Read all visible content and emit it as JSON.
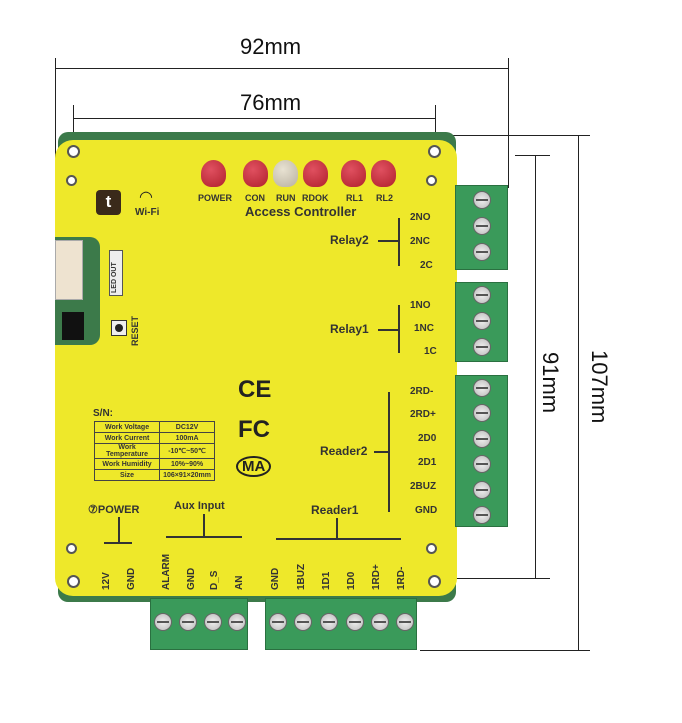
{
  "dimensions": {
    "width_outer": "92mm",
    "width_inner": "76mm",
    "height_outer": "107mm",
    "height_inner": "91mm"
  },
  "leds": [
    {
      "label": "POWER"
    },
    {
      "label": "CON"
    },
    {
      "label": "RUN"
    },
    {
      "label": "RDOK"
    },
    {
      "label": "RL1"
    },
    {
      "label": "RL2"
    }
  ],
  "title": "Access Controller",
  "wifi": "Wi-Fi",
  "tuya_logo": "t",
  "led_out": "LED OUT",
  "reset": "RESET",
  "relay2": {
    "name": "Relay2",
    "pins": [
      "2NO",
      "2NC",
      "2C"
    ]
  },
  "relay1": {
    "name": "Relay1",
    "pins": [
      "1NO",
      "1NC",
      "1C"
    ]
  },
  "reader2": {
    "name": "Reader2",
    "pins": [
      "2RD-",
      "2RD+",
      "2D0",
      "2D1",
      "2BUZ",
      "GND"
    ]
  },
  "reader1": {
    "name": "Reader1",
    "pins": [
      "GND",
      "1BUZ",
      "1D1",
      "1D0",
      "1RD+",
      "1RD-"
    ]
  },
  "power": {
    "name": "⑦POWER",
    "pins": [
      "12V",
      "GND"
    ]
  },
  "aux": {
    "name": "Aux Input",
    "pins": [
      "ALARM",
      "GND",
      "D_S",
      "AN"
    ]
  },
  "spec": {
    "sn": "S/N:",
    "rows": [
      [
        "Work Voltage",
        "DC12V"
      ],
      [
        "Work Current",
        "100mA"
      ],
      [
        "Work Temperature",
        "-10℃~50℃"
      ],
      [
        "Work Humidity",
        "10%~90%"
      ],
      [
        "Size",
        "106×91×20mm"
      ]
    ]
  },
  "certs": {
    "ce": "CE",
    "fc": "FC",
    "ma": "MA"
  }
}
